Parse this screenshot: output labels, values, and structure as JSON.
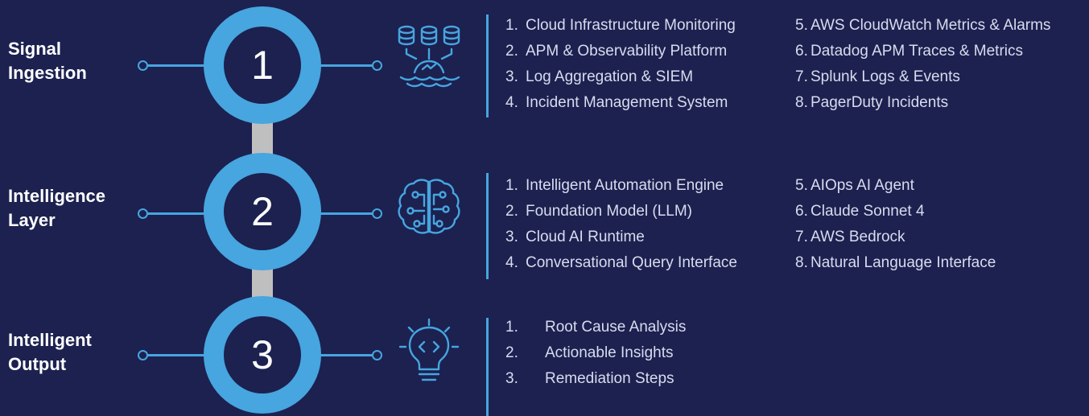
{
  "colors": {
    "background": "#1c2150",
    "accent": "#47a5df",
    "connector": "#bfbfbf"
  },
  "stages": [
    {
      "number": "1",
      "title": "Signal\nIngestion",
      "icon": "database-ingestion-icon",
      "list_a": [
        {
          "num": "1.",
          "text": "Cloud Infrastructure Monitoring"
        },
        {
          "num": "2.",
          "text": "APM & Observability Platform"
        },
        {
          "num": "3.",
          "text": "Log Aggregation & SIEM"
        },
        {
          "num": "4.",
          "text": "Incident Management System"
        }
      ],
      "list_b": [
        {
          "num": "5.",
          "text": "AWS CloudWatch Metrics & Alarms"
        },
        {
          "num": "6.",
          "text": "Datadog APM Traces & Metrics"
        },
        {
          "num": "7.",
          "text": "Splunk Logs & Events"
        },
        {
          "num": "8.",
          "text": "PagerDuty Incidents"
        }
      ]
    },
    {
      "number": "2",
      "title": "Intelligence\nLayer",
      "icon": "brain-circuit-icon",
      "list_a": [
        {
          "num": "1.",
          "text": "Intelligent Automation Engine"
        },
        {
          "num": "2.",
          "text": "Foundation Model (LLM)"
        },
        {
          "num": "3.",
          "text": "Cloud AI Runtime"
        },
        {
          "num": "4.",
          "text": "Conversational Query Interface"
        }
      ],
      "list_b": [
        {
          "num": "5.",
          "text": "AIOps AI Agent"
        },
        {
          "num": "6.",
          "text": "Claude Sonnet 4"
        },
        {
          "num": "7.",
          "text": "AWS Bedrock"
        },
        {
          "num": "8.",
          "text": "Natural Language Interface"
        }
      ]
    },
    {
      "number": "3",
      "title": "Intelligent\nOutput",
      "icon": "lightbulb-code-icon",
      "list_a": [
        {
          "num": "1.",
          "text": "Root Cause Analysis"
        },
        {
          "num": "2.",
          "text": "Actionable Insights"
        },
        {
          "num": "3.",
          "text": "Remediation Steps"
        }
      ]
    }
  ]
}
